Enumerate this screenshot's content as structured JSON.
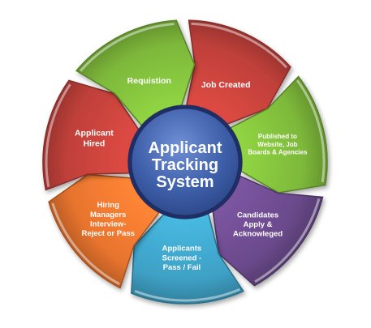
{
  "diagram": {
    "center": {
      "lines": [
        "Applicant",
        "Tracking",
        "System"
      ],
      "color": "#3D5EA8"
    },
    "segments": [
      {
        "id": "job-created",
        "lines": [
          "Job Created"
        ],
        "color": "#C0403A"
      },
      {
        "id": "published",
        "lines": [
          "Published to",
          "Website, Job",
          "Boards & Agencies"
        ],
        "color": "#7DB83A"
      },
      {
        "id": "candidates-apply",
        "lines": [
          "Candidates",
          "Apply &",
          "Acknowleged"
        ],
        "color": "#6B4A8C"
      },
      {
        "id": "applicants-screened",
        "lines": [
          "Applicants",
          "Screened -",
          "Pass / Fail"
        ],
        "color": "#3EA0C4"
      },
      {
        "id": "hiring-managers",
        "lines": [
          "Hiring",
          "Managers",
          "Interview-",
          "Reject or Pass"
        ],
        "color": "#E8742E"
      },
      {
        "id": "applicant-hired",
        "lines": [
          "Applicant",
          "Hired"
        ],
        "color": "#C0403A"
      },
      {
        "id": "requistion",
        "lines": [
          "Requistion"
        ],
        "color": "#7DB83A"
      }
    ]
  }
}
